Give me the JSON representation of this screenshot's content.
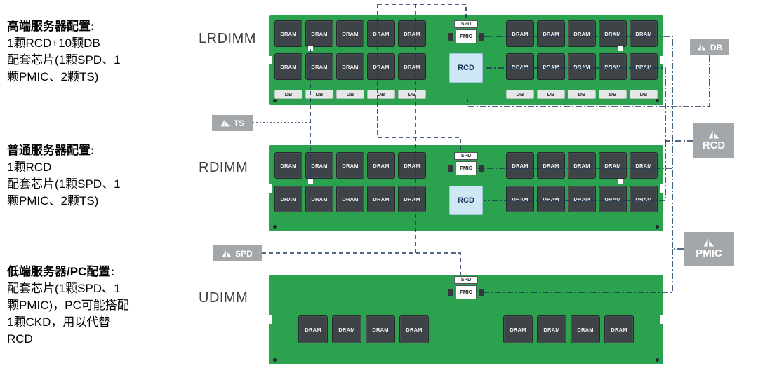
{
  "colors": {
    "board_green": "#2BA24E",
    "chip_dark": "#3E4347",
    "chip_text": "#EDEDED",
    "rcd_blue": "#CDE7F5",
    "db_chip_bg": "#E3E7E6",
    "callout_gray": "#A4A7AA",
    "line_navy": "#17375E"
  },
  "notes": [
    {
      "title": "高端服务器配置:",
      "body": "1颗RCD+10颗DB\n配套芯片(1颗SPD、1\n颗PMIC、2颗TS)"
    },
    {
      "title": "普通服务器配置:",
      "body": "1颗RCD\n配套芯片(1颗SPD、1\n颗PMIC、2颗TS)"
    },
    {
      "title": "低端服务器/PC配置:",
      "body": "配套芯片(1颗SPD、1\n颗PMIC)，PC可能搭配\n1颗CKD，用以代替\nRCD"
    }
  ],
  "modules": [
    {
      "label": "LRDIMM"
    },
    {
      "label": "RDIMM"
    },
    {
      "label": "UDIMM"
    }
  ],
  "chip_labels": {
    "dram": "DRAM",
    "spd": "SPD",
    "pmic": "PMIC",
    "rcd": "RCD",
    "db": "DB"
  },
  "callouts": {
    "db": "DB",
    "ts": "TS",
    "rcd": "RCD",
    "spd": "SPD",
    "pmic": "PMIC"
  }
}
